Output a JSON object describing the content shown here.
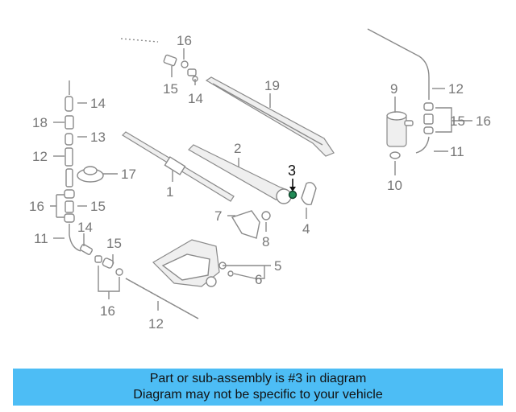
{
  "diagram": {
    "callouts": {
      "c16a": "16",
      "c15a": "15",
      "c14a": "14",
      "c19": "19",
      "c14b": "14",
      "c18": "18",
      "c13": "13",
      "c12a": "12",
      "c17": "17",
      "c16b": "16",
      "c15b": "15",
      "c11a": "11",
      "c14c": "14",
      "c15c": "15",
      "c16c": "16",
      "c12b": "12",
      "c2": "2",
      "c1": "1",
      "c7": "7",
      "c8": "8",
      "c4": "4",
      "c5": "5",
      "c6": "6",
      "c9": "9",
      "c10": "10",
      "c12c": "12",
      "c15d": "15",
      "c16d": "16",
      "c11b": "11"
    },
    "highlight": {
      "label": "3",
      "color": "#1f8a55"
    }
  },
  "banner": {
    "line1": "Part or sub-assembly is #3 in diagram",
    "line2": "Diagram may not be specific to your vehicle",
    "color": "#4dbdf5"
  }
}
